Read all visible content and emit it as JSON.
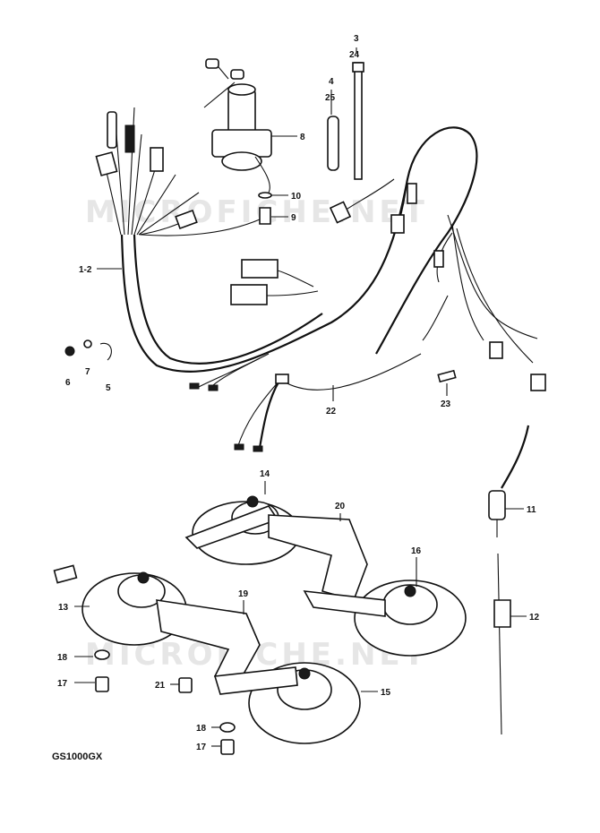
{
  "labels": {
    "l3": "3",
    "l24": "24",
    "l4": "4",
    "l25": "25",
    "l8": "8",
    "l10": "10",
    "l9": "9",
    "l12main": "1-2",
    "l6": "6",
    "l7": "7",
    "l5": "5",
    "l22": "22",
    "l23": "23",
    "l11": "11",
    "l14": "14",
    "l20": "20",
    "l16": "16",
    "l13": "13",
    "l19": "19",
    "l12": "12",
    "l18a": "18",
    "l17a": "17",
    "l21": "21",
    "l15": "15",
    "l18b": "18",
    "l17b": "17"
  },
  "caption": "GS1000GX",
  "watermark_top": "MICROFICHE.NET",
  "watermark_bottom": "MICROFICHE.NET"
}
